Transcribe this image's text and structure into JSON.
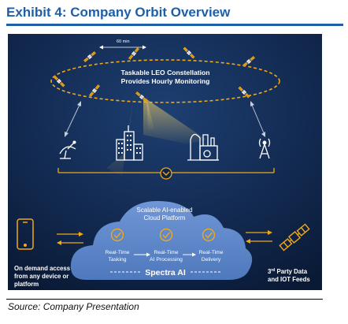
{
  "header": {
    "title": "Exhibit 4: Company Orbit Overview"
  },
  "diagram": {
    "orbit_interval": "60 min",
    "constellation_line1": "Taskable LEO Constellation",
    "constellation_line2": "Provides Hourly Monitoring",
    "cloud_line1": "Scalable AI-enabled",
    "cloud_line2": "Cloud Platform",
    "steps": [
      {
        "line1": "Real-Time",
        "line2": "Tasking"
      },
      {
        "line1": "Real-Time",
        "line2": "AI Processing"
      },
      {
        "line1": "Real-Time",
        "line2": "Delivery"
      }
    ],
    "platform_name": "Spectra AI",
    "left_caption": [
      "On demand access",
      "from any device or",
      "platform"
    ],
    "right_caption_part1": "3",
    "right_caption_sup": "rd",
    "right_caption_part2": " Party Data",
    "right_caption_line2": "and IOT Feeds",
    "ground_icons": [
      "satellite-dish-icon",
      "city-buildings-icon",
      "factory-icon",
      "radio-tower-icon"
    ],
    "colors": {
      "accent": "#f0a818",
      "panel_dark": "#0c1f3f",
      "title_blue": "#1f5fa8",
      "cloud_blue": "#5a84c6"
    }
  },
  "footer": {
    "source": "Source: Company Presentation"
  }
}
